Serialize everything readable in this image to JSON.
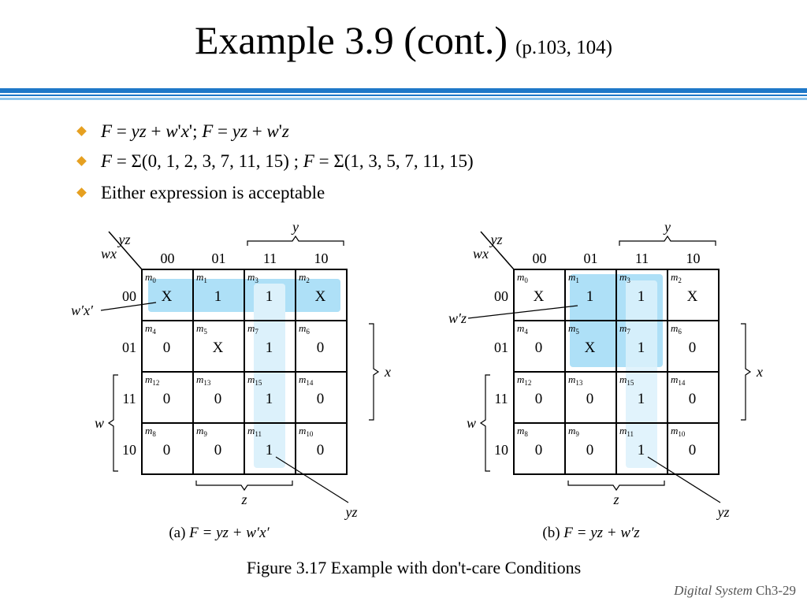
{
  "slide": {
    "title": "Example 3.9 (cont.)",
    "title_ref": "(p.103, 104)"
  },
  "bullets": [
    {
      "html": "<i>F</i> = <i>yz</i> + <i>w</i>'<i>x</i>'; <i>F</i> = <i>yz</i> + <i>w</i>'<i>z</i>",
      "text": "F = yz + w'x'; F = yz + w'z"
    },
    {
      "html": "<i>F</i> = &Sigma;(0, 1, 2, 3, 7, 11, 15) ; <i>F</i> = &Sigma;(1, 3, 5, 7, 11, 15)",
      "text": "F = Σ(0, 1, 2, 3, 7, 11, 15) ; F = Σ(1, 3, 5, 7, 11, 15)"
    },
    {
      "html": "Either expression is acceptable",
      "text": "Either expression is acceptable"
    }
  ],
  "kmap": {
    "corner_row_var": "wx",
    "corner_col_var": "yz",
    "col_labels": [
      "00",
      "01",
      "11",
      "10"
    ],
    "row_labels": [
      "00",
      "01",
      "11",
      "10"
    ],
    "var_labels": {
      "y": "y",
      "x": "x",
      "w": "w",
      "z": "z"
    },
    "minterms": [
      [
        0,
        1,
        3,
        2
      ],
      [
        4,
        5,
        7,
        6
      ],
      [
        12,
        13,
        15,
        14
      ],
      [
        8,
        9,
        11,
        10
      ]
    ],
    "maps": [
      {
        "id": "a",
        "cells": [
          [
            "X",
            "1",
            "1",
            "X"
          ],
          [
            "0",
            "X",
            "1",
            "0"
          ],
          [
            "0",
            "0",
            "1",
            "0"
          ],
          [
            "0",
            "0",
            "1",
            "0"
          ]
        ],
        "groups": [
          {
            "label": "w'x'",
            "side": "left",
            "cells": [
              [
                0,
                0
              ],
              [
                0,
                3
              ]
            ]
          },
          {
            "label": "yz",
            "side": "bottom",
            "cells": [
              [
                0,
                2
              ],
              [
                3,
                2
              ]
            ]
          }
        ],
        "caption_prefix": "(a)",
        "caption_expr": "F = yz + w′x′"
      },
      {
        "id": "b",
        "cells": [
          [
            "X",
            "1",
            "1",
            "X"
          ],
          [
            "0",
            "X",
            "1",
            "0"
          ],
          [
            "0",
            "0",
            "1",
            "0"
          ],
          [
            "0",
            "0",
            "1",
            "0"
          ]
        ],
        "groups": [
          {
            "label": "w'z",
            "side": "left",
            "cells": [
              [
                0,
                1
              ],
              [
                1,
                2
              ]
            ]
          },
          {
            "label": "yz",
            "side": "bottom",
            "cells": [
              [
                0,
                2
              ],
              [
                3,
                2
              ]
            ]
          }
        ],
        "caption_prefix": "(b)",
        "caption_expr": "F = yz + w′z"
      }
    ]
  },
  "colors": {
    "highlight_strong": "#aee0f7",
    "highlight_light": "#dcf1fb",
    "bullet": "#e6a020",
    "rule_dark": "#1f78c8",
    "rule_light": "#8cc4ec"
  },
  "figure_caption": "Figure 3.17 Example with don't-care Conditions",
  "footer": {
    "course": "Digital System",
    "page": "Ch3-29"
  }
}
